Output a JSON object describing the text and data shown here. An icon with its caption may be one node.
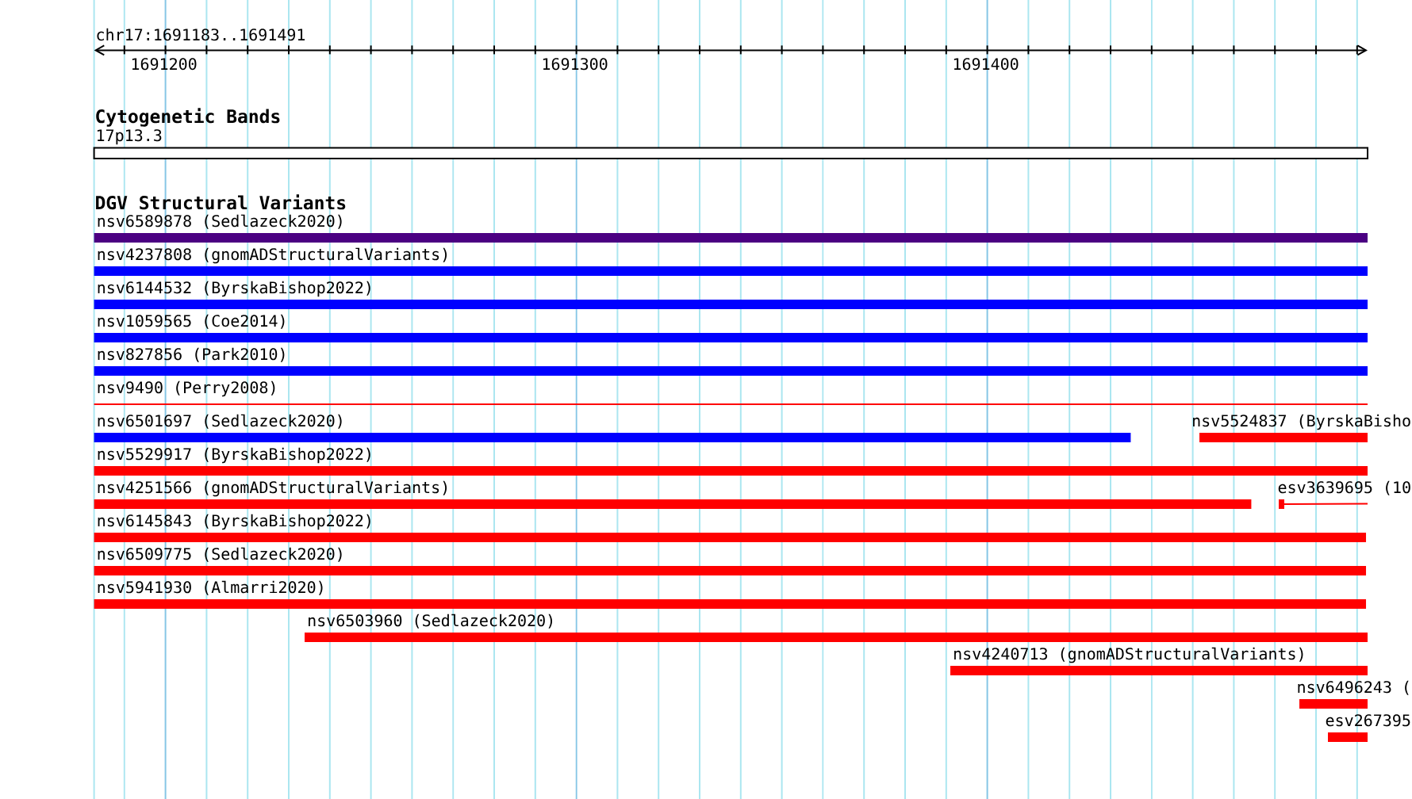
{
  "diagram": {
    "nodes": [
      {
        "text": [
          "17p13.3"
        ]
      },
      {
        "text": [
          "nsv6589878 (Sedlazeck2020)"
        ]
      },
      {
        "text": [
          "nsv4237808 (gnomADStructuralVariants)"
        ]
      },
      {
        "text": [
          "nsv6144532 (ByrskaBishop2022)"
        ]
      },
      {
        "text": [
          "nsv1059565 (Coe2014)"
        ]
      },
      {
        "text": [
          "nsv827856 (Park2010)"
        ]
      },
      {
        "text": [
          "nsv9490 (Perry2008)"
        ]
      },
      {
        "text": [
          "nsv6501697 (Sedlazeck2020)"
        ]
      },
      {
        "text": [
          "nsv5524837 (ByrskaBisho"
        ]
      },
      {
        "text": [
          "nsv5529917 (ByrskaBishop2022)"
        ]
      },
      {
        "text": [
          "nsv4251566 (gnomADStructuralVariants)"
        ]
      },
      {
        "text": [
          "esv3639695 (10"
        ]
      },
      {
        "text": [
          "nsv6145843 (ByrskaBishop2022)"
        ]
      },
      {
        "text": [
          "nsv6509775 (Sedlazeck2020)"
        ]
      },
      {
        "text": [
          "nsv5941930 (Almarri2020)"
        ]
      },
      {
        "text": [
          "nsv6503960 (Sedlazeck2020)"
        ]
      },
      {
        "text": [
          "nsv4240713 (gnomADStructuralVariants)"
        ]
      },
      {
        "text": [
          "nsv6496243 ("
        ]
      },
      {
        "text": [
          "esv267395"
        ]
      }
    ],
    "labels": [
      "chr17:1691183..1691491",
      "1691200",
      "1691300",
      "1691400",
      "Cytogenetic Bands",
      "DGV Structural Variants"
    ]
  }
}
